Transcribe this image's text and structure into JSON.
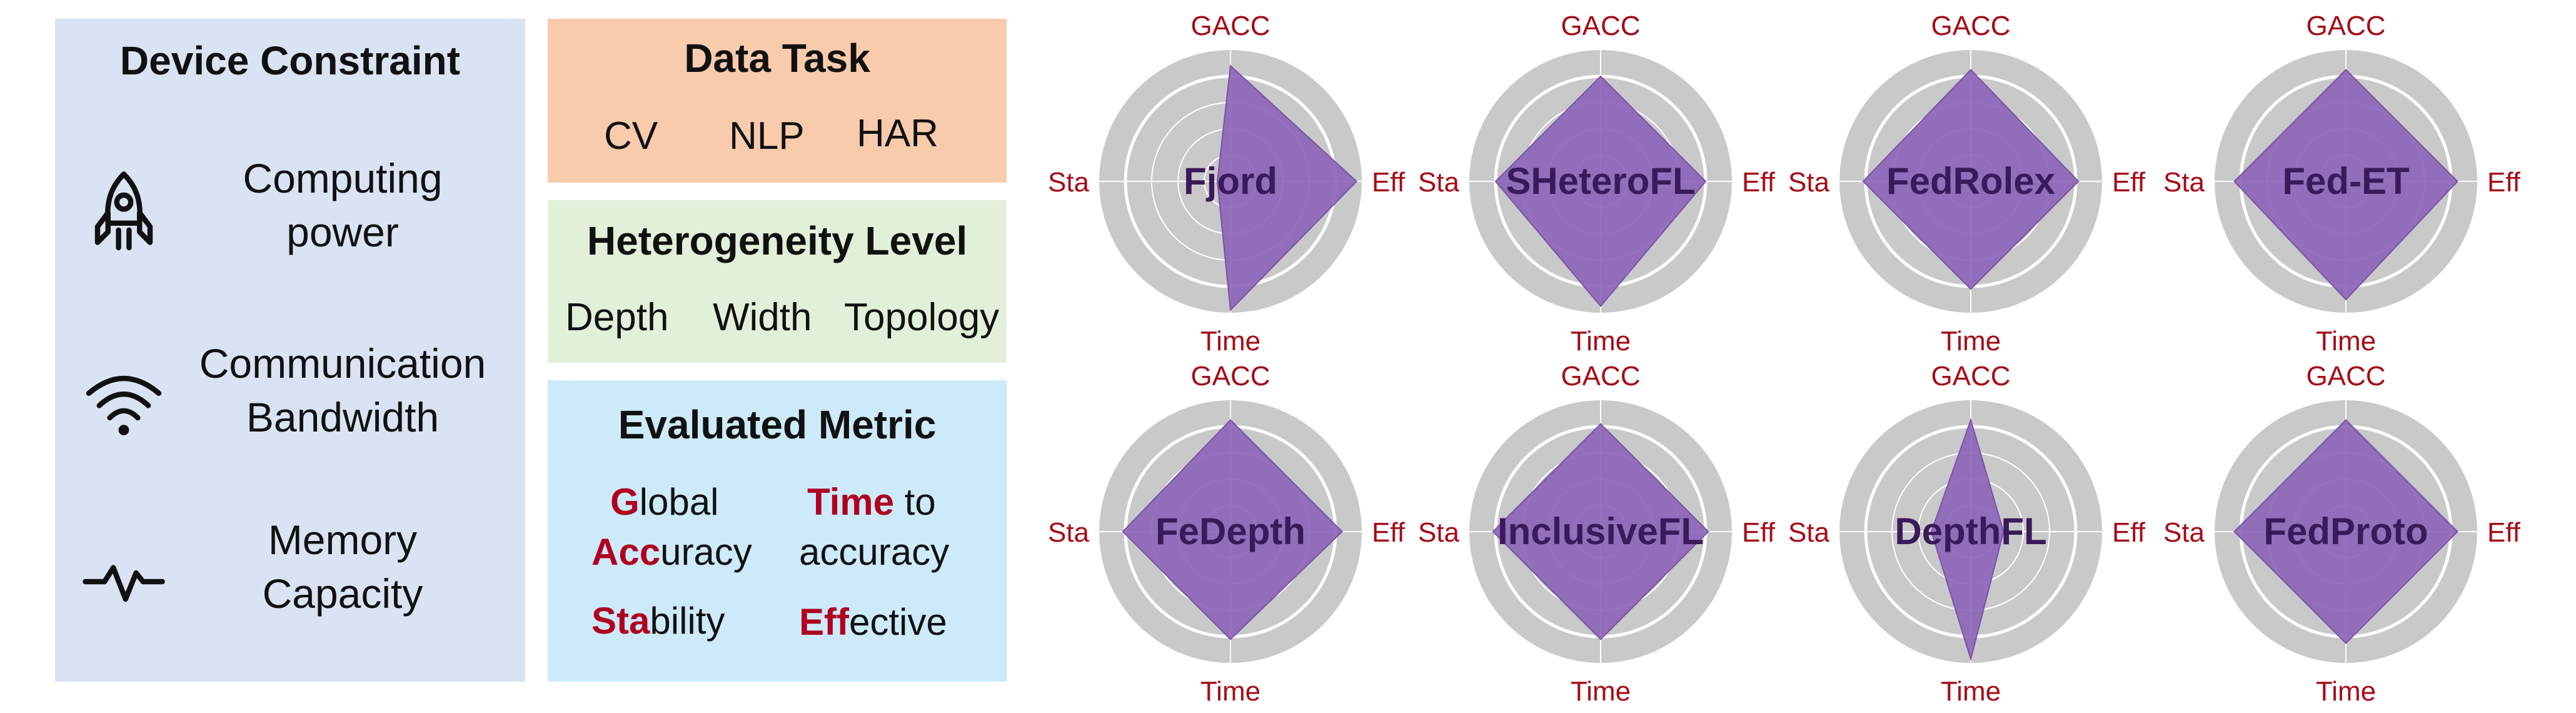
{
  "device_constraint": {
    "title": "Device Constraint",
    "items": [
      {
        "icon": "rocket-icon",
        "line1": "Computing",
        "line2": "power"
      },
      {
        "icon": "wifi-icon",
        "line1": "Communication",
        "line2": "Bandwidth"
      },
      {
        "icon": "pulse-icon",
        "line1": "Memory",
        "line2": "Capacity"
      }
    ]
  },
  "data_task": {
    "title": "Data Task",
    "items": [
      "CV",
      "NLP",
      "HAR"
    ]
  },
  "heterogeneity_level": {
    "title": "Heterogeneity Level",
    "items": [
      "Depth",
      "Width",
      "Topology"
    ]
  },
  "evaluated_metric": {
    "title": "Evaluated Metric",
    "global_hl": "G",
    "global_rest": "lobal",
    "accuracy_hl": "Acc",
    "accuracy_rest": "uracy",
    "time_hl": "Time",
    "time_rest": " to",
    "to_accuracy": "accuracy",
    "stability_hl": "Sta",
    "stability_rest": "bility",
    "effective_hl": "Eff",
    "effective_rest": "ective"
  },
  "colors": {
    "axis_label": "#a40c18",
    "highlight": "#b00020",
    "radar_ring": "#c9c9c9",
    "radar_fill": "#8b63b8"
  },
  "chart_data": {
    "type": "radar",
    "axes": [
      "GACC",
      "Eff",
      "Time",
      "Sta"
    ],
    "range": [
      0,
      1
    ],
    "methods": [
      {
        "name": "Fjord",
        "values": [
          0.88,
          0.96,
          0.98,
          0.1
        ]
      },
      {
        "name": "SHeteroFL",
        "values": [
          0.8,
          0.8,
          0.95,
          0.8
        ]
      },
      {
        "name": "FedRolex",
        "values": [
          0.85,
          0.82,
          0.82,
          0.82
        ]
      },
      {
        "name": "Fed-ET",
        "values": [
          0.85,
          0.85,
          0.9,
          0.85
        ]
      },
      {
        "name": "FeDepth",
        "values": [
          0.85,
          0.85,
          0.82,
          0.82
        ]
      },
      {
        "name": "InclusiveFL",
        "values": [
          0.82,
          0.82,
          0.82,
          0.82
        ]
      },
      {
        "name": "DepthFL",
        "values": [
          0.85,
          0.25,
          0.97,
          0.3
        ]
      },
      {
        "name": "FedProto",
        "values": [
          0.85,
          0.85,
          0.85,
          0.85
        ]
      }
    ]
  }
}
